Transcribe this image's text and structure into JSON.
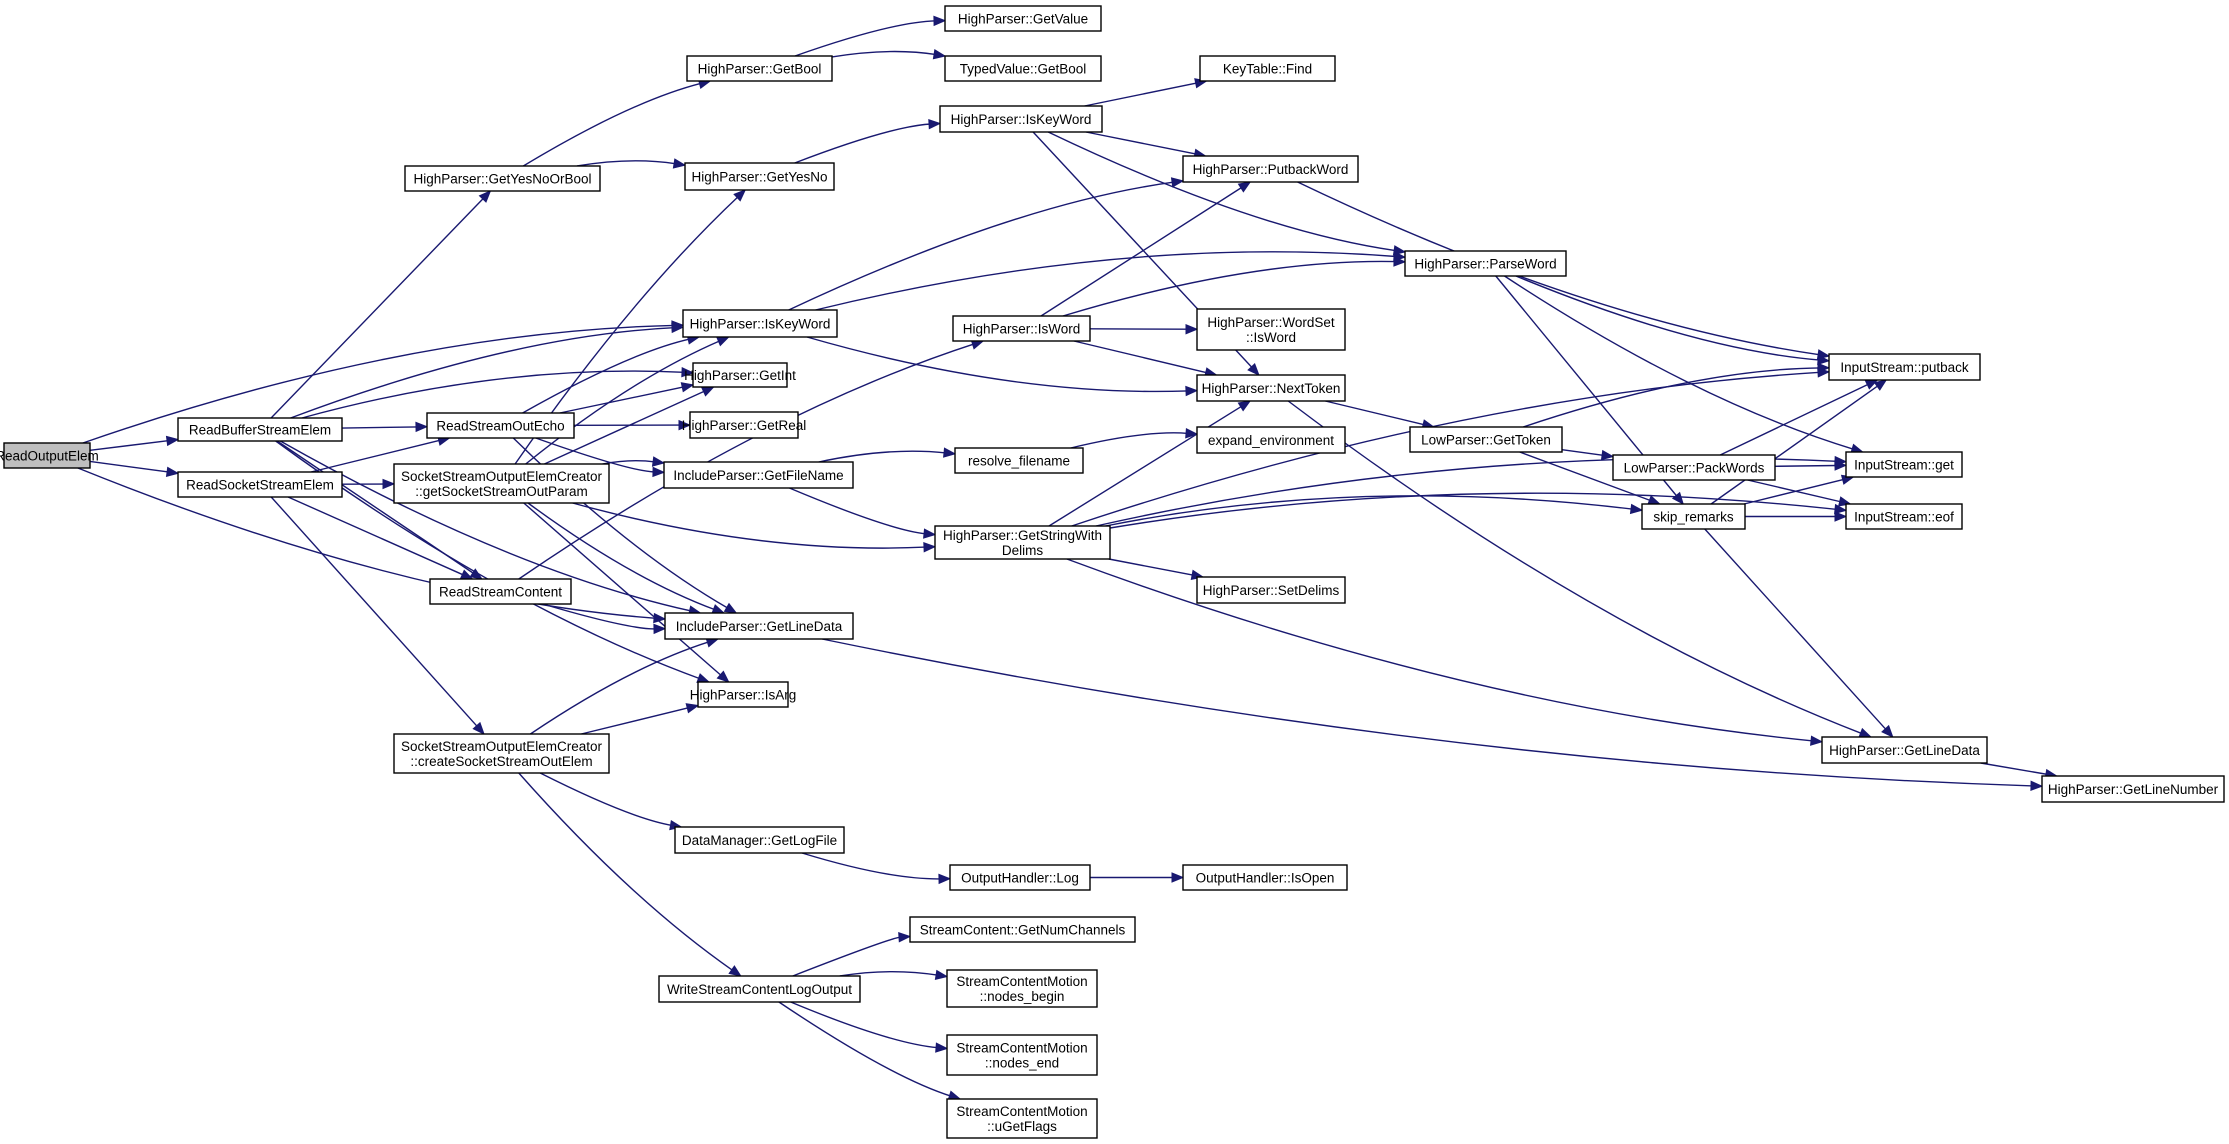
{
  "graph": {
    "type": "call-graph",
    "colors": {
      "edge": "#191970",
      "node_border": "#000000",
      "node_fill": "#ffffff",
      "root_fill": "#bfbfbf",
      "background": "#ffffff"
    },
    "nodes": [
      {
        "id": "ReadOutputElem",
        "lines": [
          "ReadOutputElem"
        ],
        "root": true
      },
      {
        "id": "ReadBufferStreamElem",
        "lines": [
          "ReadBufferStreamElem"
        ]
      },
      {
        "id": "ReadSocketStreamElem",
        "lines": [
          "ReadSocketStreamElem"
        ]
      },
      {
        "id": "GetYesNoOrBool",
        "lines": [
          "HighParser::GetYesNoOrBool"
        ]
      },
      {
        "id": "ReadStreamOutEcho",
        "lines": [
          "ReadStreamOutEcho"
        ]
      },
      {
        "id": "getSocketStreamOutParam",
        "lines": [
          "SocketStreamOutputElemCreator",
          "::getSocketStreamOutParam"
        ]
      },
      {
        "id": "ReadStreamContent",
        "lines": [
          "ReadStreamContent"
        ]
      },
      {
        "id": "createSocketStreamOutElem",
        "lines": [
          "SocketStreamOutputElemCreator",
          "::createSocketStreamOutElem"
        ]
      },
      {
        "id": "GetBool",
        "lines": [
          "HighParser::GetBool"
        ]
      },
      {
        "id": "GetYesNo",
        "lines": [
          "HighParser::GetYesNo"
        ]
      },
      {
        "id": "IsKeyWord1",
        "lines": [
          "HighParser::IsKeyWord"
        ]
      },
      {
        "id": "GetInt",
        "lines": [
          "HighParser::GetInt"
        ]
      },
      {
        "id": "GetReal",
        "lines": [
          "HighParser::GetReal"
        ]
      },
      {
        "id": "GetFileName",
        "lines": [
          "IncludeParser::GetFileName"
        ]
      },
      {
        "id": "IncGetLineData",
        "lines": [
          "IncludeParser::GetLineData"
        ]
      },
      {
        "id": "IsArg",
        "lines": [
          "HighParser::IsArg"
        ]
      },
      {
        "id": "GetLogFile",
        "lines": [
          "DataManager::GetLogFile"
        ]
      },
      {
        "id": "WriteLog",
        "lines": [
          "WriteStreamContentLogOutput"
        ]
      },
      {
        "id": "GetValue",
        "lines": [
          "HighParser::GetValue"
        ]
      },
      {
        "id": "TVGetBool",
        "lines": [
          "TypedValue::GetBool"
        ]
      },
      {
        "id": "IsKeyWord2",
        "lines": [
          "HighParser::IsKeyWord"
        ]
      },
      {
        "id": "IsWord",
        "lines": [
          "HighParser::IsWord"
        ]
      },
      {
        "id": "resolve_filename",
        "lines": [
          "resolve_filename"
        ]
      },
      {
        "id": "GetStringWithDelims",
        "lines": [
          "HighParser::GetStringWith",
          "Delims"
        ]
      },
      {
        "id": "Log",
        "lines": [
          "OutputHandler::Log"
        ]
      },
      {
        "id": "GetNumChannels",
        "lines": [
          "StreamContent::GetNumChannels"
        ]
      },
      {
        "id": "nodes_begin",
        "lines": [
          "StreamContentMotion",
          "::nodes_begin"
        ]
      },
      {
        "id": "nodes_end",
        "lines": [
          "StreamContentMotion",
          "::nodes_end"
        ]
      },
      {
        "id": "uGetFlags",
        "lines": [
          "StreamContentMotion",
          "::uGetFlags"
        ]
      },
      {
        "id": "Find",
        "lines": [
          "KeyTable::Find"
        ]
      },
      {
        "id": "PutbackWord",
        "lines": [
          "HighParser::PutbackWord"
        ]
      },
      {
        "id": "WSIsWord",
        "lines": [
          "HighParser::WordSet",
          "::IsWord"
        ]
      },
      {
        "id": "NextToken",
        "lines": [
          "HighParser::NextToken"
        ]
      },
      {
        "id": "expand_environment",
        "lines": [
          "expand_environment"
        ]
      },
      {
        "id": "SetDelims",
        "lines": [
          "HighParser::SetDelims"
        ]
      },
      {
        "id": "IsOpen",
        "lines": [
          "OutputHandler::IsOpen"
        ]
      },
      {
        "id": "ParseWord",
        "lines": [
          "HighParser::ParseWord"
        ]
      },
      {
        "id": "LPGetToken",
        "lines": [
          "LowParser::GetToken"
        ]
      },
      {
        "id": "PackWords",
        "lines": [
          "LowParser::PackWords"
        ]
      },
      {
        "id": "skip_remarks",
        "lines": [
          "skip_remarks"
        ]
      },
      {
        "id": "putback",
        "lines": [
          "InputStream::putback"
        ]
      },
      {
        "id": "isget",
        "lines": [
          "InputStream::get"
        ]
      },
      {
        "id": "eof",
        "lines": [
          "InputStream::eof"
        ]
      },
      {
        "id": "HPGetLineData",
        "lines": [
          "HighParser::GetLineData"
        ]
      },
      {
        "id": "GetLineNumber",
        "lines": [
          "HighParser::GetLineNumber"
        ]
      }
    ],
    "edges": [
      [
        "ReadOutputElem",
        "ReadBufferStreamElem"
      ],
      [
        "ReadOutputElem",
        "ReadSocketStreamElem"
      ],
      [
        "ReadOutputElem",
        "IsKeyWord1"
      ],
      [
        "ReadOutputElem",
        "IncGetLineData"
      ],
      [
        "ReadBufferStreamElem",
        "GetYesNoOrBool"
      ],
      [
        "ReadBufferStreamElem",
        "IsKeyWord1"
      ],
      [
        "ReadBufferStreamElem",
        "GetInt"
      ],
      [
        "ReadBufferStreamElem",
        "ReadStreamOutEcho"
      ],
      [
        "ReadBufferStreamElem",
        "ReadStreamContent"
      ],
      [
        "ReadBufferStreamElem",
        "IncGetLineData"
      ],
      [
        "ReadBufferStreamElem",
        "IsArg"
      ],
      [
        "ReadSocketStreamElem",
        "getSocketStreamOutParam"
      ],
      [
        "ReadSocketStreamElem",
        "ReadStreamContent"
      ],
      [
        "ReadSocketStreamElem",
        "createSocketStreamOutElem"
      ],
      [
        "ReadSocketStreamElem",
        "ReadStreamOutEcho"
      ],
      [
        "GetYesNoOrBool",
        "GetBool"
      ],
      [
        "GetYesNoOrBool",
        "GetYesNo"
      ],
      [
        "GetBool",
        "GetValue"
      ],
      [
        "GetBool",
        "TVGetBool"
      ],
      [
        "GetYesNo",
        "IsKeyWord2"
      ],
      [
        "ReadStreamOutEcho",
        "IsKeyWord1"
      ],
      [
        "ReadStreamOutEcho",
        "GetInt"
      ],
      [
        "ReadStreamOutEcho",
        "GetReal"
      ],
      [
        "ReadStreamOutEcho",
        "GetFileName"
      ],
      [
        "ReadStreamOutEcho",
        "IncGetLineData"
      ],
      [
        "getSocketStreamOutParam",
        "GetYesNo"
      ],
      [
        "getSocketStreamOutParam",
        "IsKeyWord1"
      ],
      [
        "getSocketStreamOutParam",
        "GetInt"
      ],
      [
        "getSocketStreamOutParam",
        "GetFileName"
      ],
      [
        "getSocketStreamOutParam",
        "GetStringWithDelims"
      ],
      [
        "getSocketStreamOutParam",
        "IncGetLineData"
      ],
      [
        "getSocketStreamOutParam",
        "IsArg"
      ],
      [
        "ReadStreamContent",
        "IsWord"
      ],
      [
        "ReadStreamContent",
        "IncGetLineData"
      ],
      [
        "createSocketStreamOutElem",
        "IncGetLineData"
      ],
      [
        "createSocketStreamOutElem",
        "IsArg"
      ],
      [
        "createSocketStreamOutElem",
        "GetLogFile"
      ],
      [
        "createSocketStreamOutElem",
        "WriteLog"
      ],
      [
        "IsKeyWord1",
        "PutbackWord"
      ],
      [
        "IsKeyWord1",
        "ParseWord"
      ],
      [
        "IsKeyWord1",
        "NextToken"
      ],
      [
        "GetFileName",
        "resolve_filename"
      ],
      [
        "GetFileName",
        "GetStringWithDelims"
      ],
      [
        "IncGetLineData",
        "GetLineNumber"
      ],
      [
        "GetLogFile",
        "Log"
      ],
      [
        "Log",
        "IsOpen"
      ],
      [
        "WriteLog",
        "GetNumChannels"
      ],
      [
        "WriteLog",
        "nodes_begin"
      ],
      [
        "WriteLog",
        "nodes_end"
      ],
      [
        "WriteLog",
        "uGetFlags"
      ],
      [
        "IsKeyWord2",
        "Find"
      ],
      [
        "IsKeyWord2",
        "PutbackWord"
      ],
      [
        "IsKeyWord2",
        "ParseWord"
      ],
      [
        "IsKeyWord2",
        "NextToken"
      ],
      [
        "IsWord",
        "PutbackWord"
      ],
      [
        "IsWord",
        "ParseWord"
      ],
      [
        "IsWord",
        "WSIsWord"
      ],
      [
        "IsWord",
        "NextToken"
      ],
      [
        "resolve_filename",
        "expand_environment"
      ],
      [
        "GetStringWithDelims",
        "NextToken"
      ],
      [
        "GetStringWithDelims",
        "SetDelims"
      ],
      [
        "GetStringWithDelims",
        "putback"
      ],
      [
        "GetStringWithDelims",
        "skip_remarks"
      ],
      [
        "GetStringWithDelims",
        "isget"
      ],
      [
        "GetStringWithDelims",
        "eof"
      ],
      [
        "GetStringWithDelims",
        "HPGetLineData"
      ],
      [
        "PutbackWord",
        "putback"
      ],
      [
        "NextToken",
        "LPGetToken"
      ],
      [
        "NextToken",
        "HPGetLineData"
      ],
      [
        "ParseWord",
        "skip_remarks"
      ],
      [
        "ParseWord",
        "putback"
      ],
      [
        "ParseWord",
        "isget"
      ],
      [
        "LPGetToken",
        "PackWords"
      ],
      [
        "LPGetToken",
        "skip_remarks"
      ],
      [
        "LPGetToken",
        "putback"
      ],
      [
        "PackWords",
        "putback"
      ],
      [
        "PackWords",
        "isget"
      ],
      [
        "PackWords",
        "eof"
      ],
      [
        "skip_remarks",
        "putback"
      ],
      [
        "skip_remarks",
        "isget"
      ],
      [
        "skip_remarks",
        "eof"
      ],
      [
        "skip_remarks",
        "HPGetLineData"
      ],
      [
        "HPGetLineData",
        "GetLineNumber"
      ]
    ]
  }
}
